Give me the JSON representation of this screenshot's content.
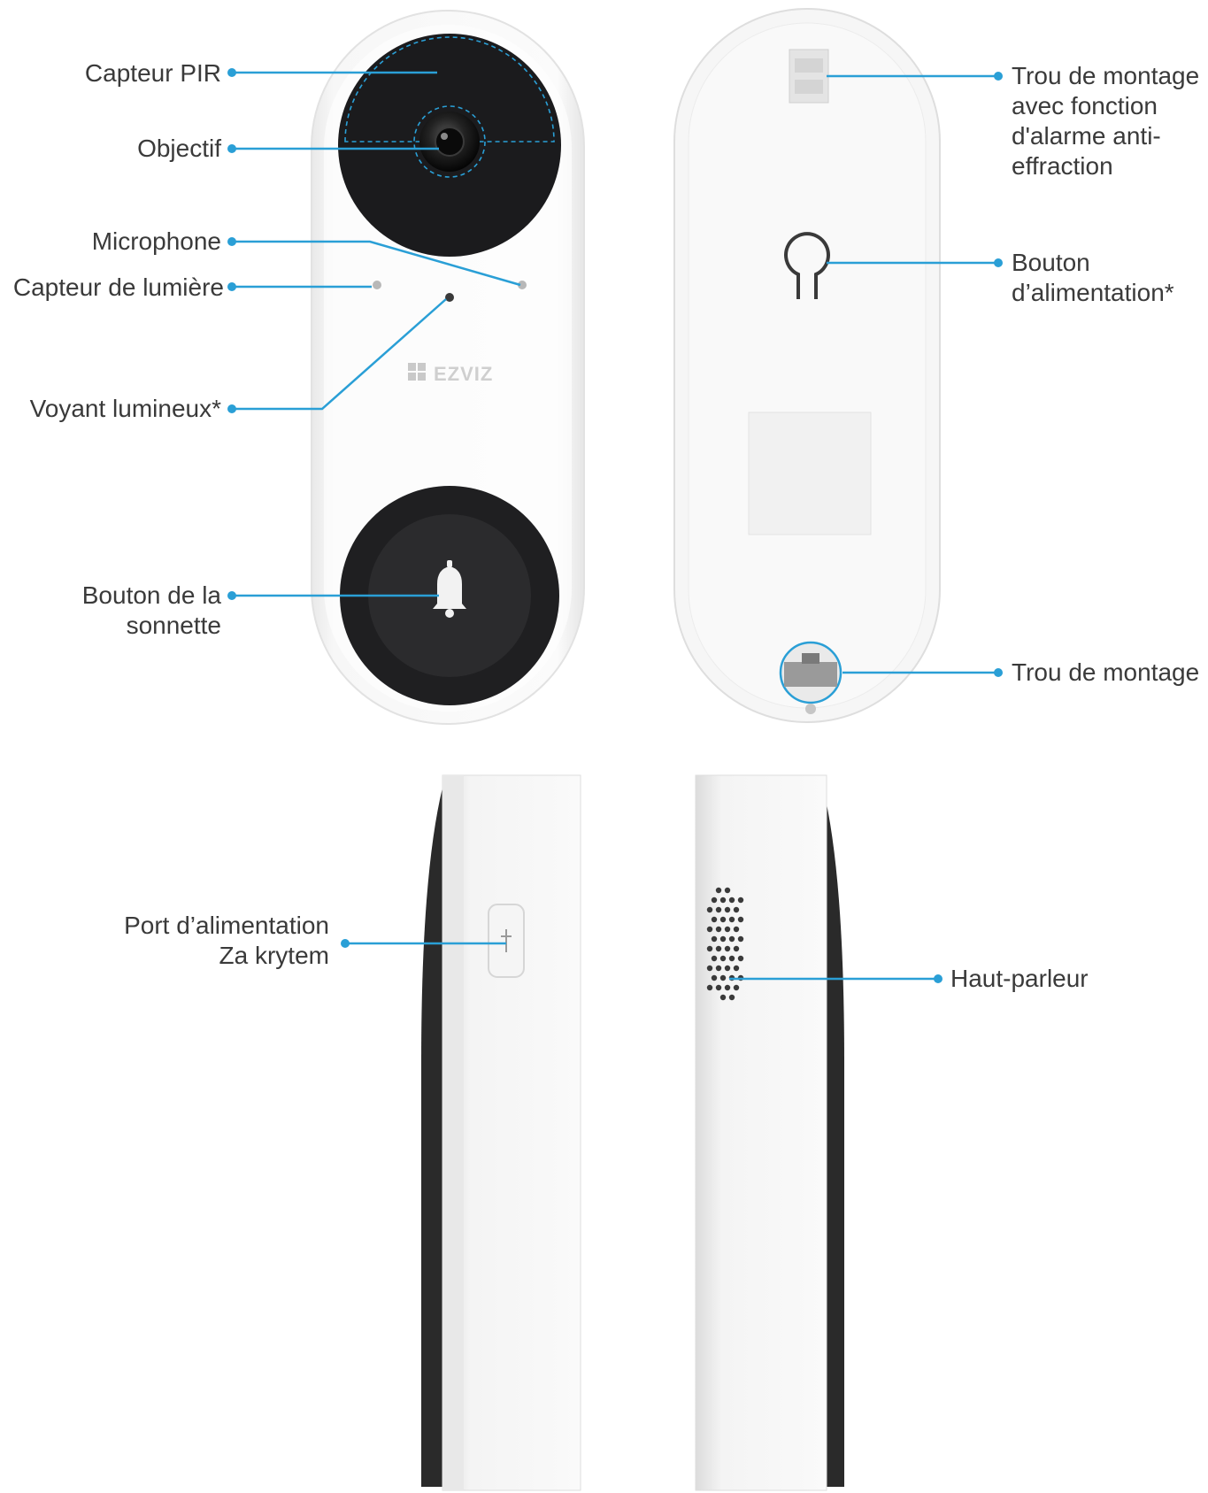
{
  "brand": {
    "logo_text": "EZVIZ"
  },
  "colors": {
    "callout_line": "#2a9fd6",
    "device_body": "#f6f6f6",
    "device_face": "#1c1c1e",
    "label_text": "#3a3a3a"
  },
  "front_view": {
    "labels": {
      "pir_sensor": "Capteur PIR",
      "lens": "Objectif",
      "microphone": "Microphone",
      "light_sensor": "Capteur de lumière",
      "indicator": "Voyant lumineux*",
      "doorbell_button_line1": "Bouton de la",
      "doorbell_button_line2": "sonnette"
    }
  },
  "back_view": {
    "labels": {
      "tamper_hole_line1": "Trou de montage",
      "tamper_hole_line2": "avec fonction",
      "tamper_hole_line3": "d'alarme anti-",
      "tamper_hole_line4": "effraction",
      "power_button_line1": "Bouton",
      "power_button_line2": "d’alimentation*",
      "mount_hole": "Trou de montage"
    }
  },
  "side_views": {
    "labels": {
      "power_port_line1": "Port d’alimentation",
      "power_port_line2": "Za krytem",
      "speaker": "Haut-parleur"
    }
  }
}
